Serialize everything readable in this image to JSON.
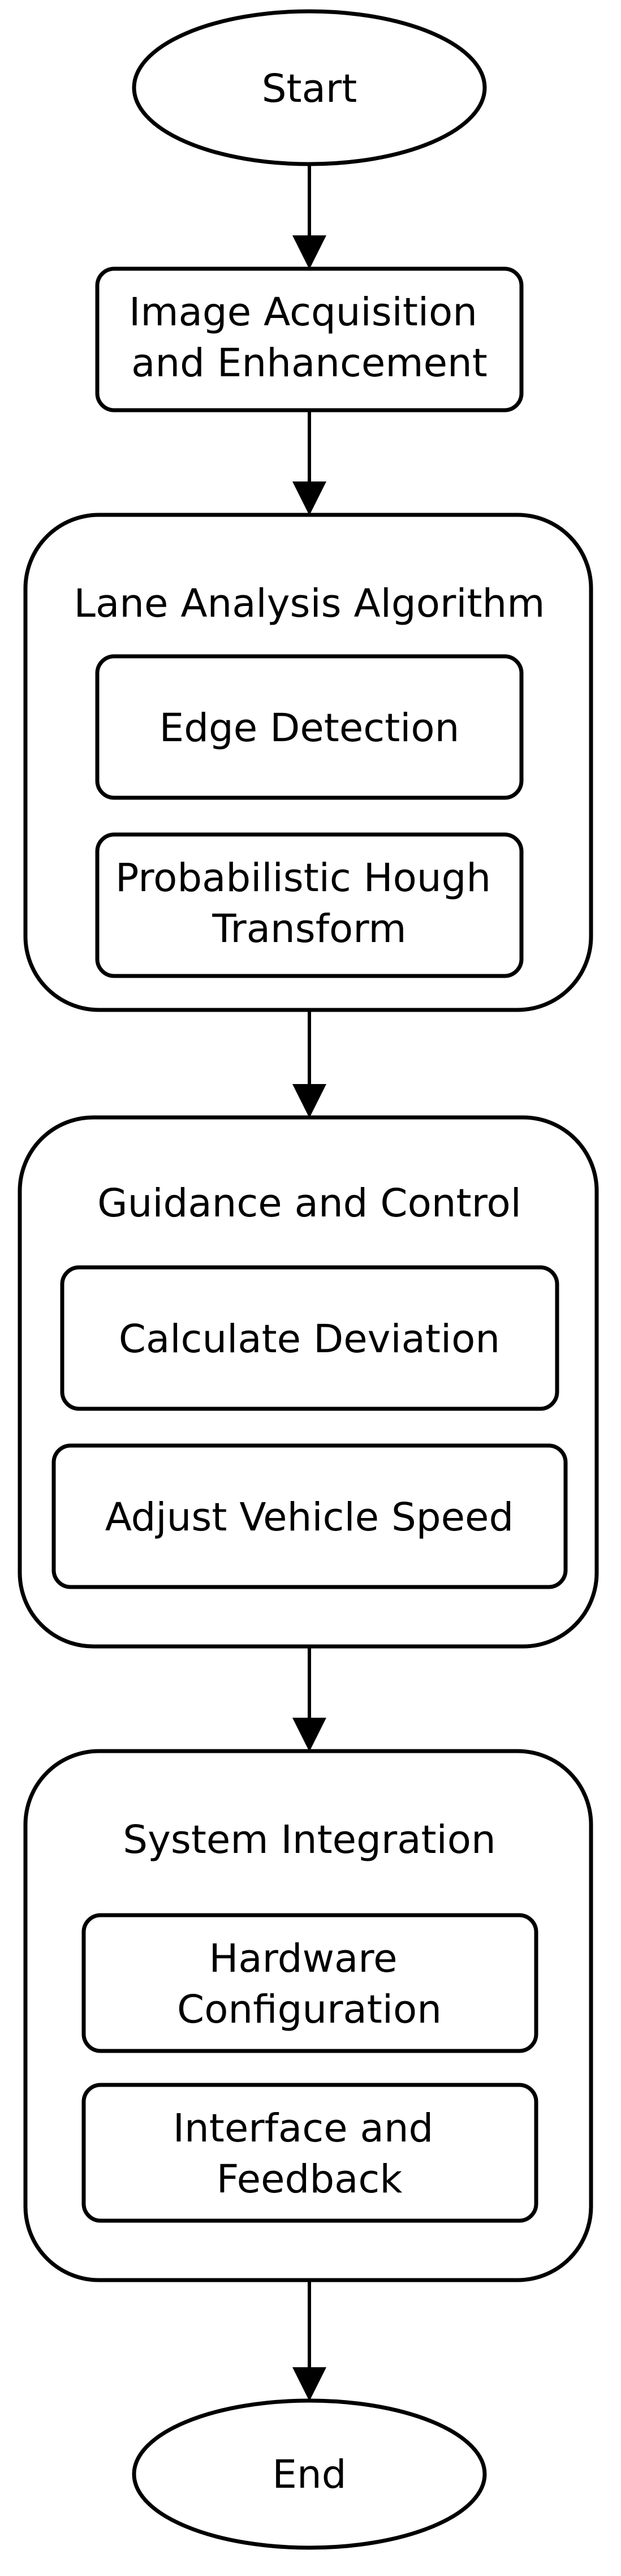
{
  "diagram": {
    "start": "Start",
    "image_acquisition": [
      "Image Acquisition",
      "and Enhancement"
    ],
    "lane_analysis": {
      "title": "Lane Analysis Algorithm",
      "edge_detection": [
        "Edge Detection"
      ],
      "hough": [
        "Probabilistic Hough",
        "Transform"
      ]
    },
    "guidance": {
      "title": "Guidance and Control",
      "calculate_deviation": [
        "Calculate Deviation"
      ],
      "adjust_speed": [
        "Adjust Vehicle Speed"
      ]
    },
    "integration": {
      "title": "System Integration",
      "hardware": [
        "Hardware",
        "Configuration"
      ],
      "interface": [
        "Interface and",
        "Feedback"
      ]
    },
    "end": "End"
  }
}
